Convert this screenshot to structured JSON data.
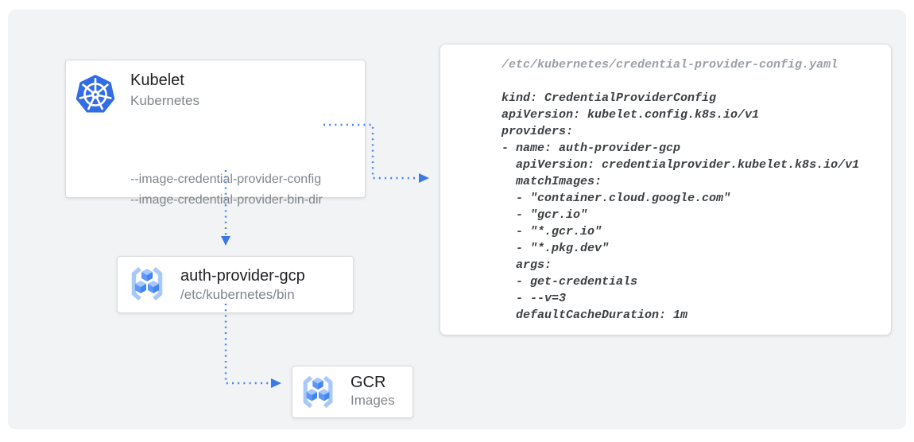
{
  "nodes": {
    "kubelet": {
      "title": "Kubelet",
      "subtitle": "Kubernetes",
      "icon": "kubernetes-icon",
      "flags": [
        "--image-credential-provider-config",
        "--image-credential-provider-bin-dir"
      ]
    },
    "auth_provider": {
      "title": "auth-provider-gcp",
      "subtitle": "/etc/kubernetes/bin",
      "icon": "gcr-icon"
    },
    "gcr": {
      "title": "GCR",
      "subtitle": "Images",
      "icon": "gcr-icon"
    }
  },
  "code_panel": {
    "path": "/etc/kubernetes/credential-provider-config.yaml",
    "code": [
      "kind: CredentialProviderConfig",
      "apiVersion: kubelet.config.k8s.io/v1",
      "providers:",
      "- name: auth-provider-gcp",
      "  apiVersion: credentialprovider.kubelet.k8s.io/v1",
      "  matchImages:",
      "  - \"container.cloud.google.com\"",
      "  - \"gcr.io\"",
      "  - \"*.gcr.io\"",
      "  - \"*.pkg.dev\"",
      "  args:",
      "  - get-credentials",
      "  - --v=3",
      "  defaultCacheDuration: 1m"
    ]
  },
  "colors": {
    "accent_blue": "#4285f4",
    "arrowhead_blue": "#3b78e7",
    "kubernetes_blue": "#326ce5",
    "gcr_icon_light_blue": "#a9c8fa",
    "canvas_background": "#f2f3f4",
    "box_border": "#dadce0",
    "title_text": "#202124",
    "subtitle_text": "#80868b",
    "code_text": "#3c4043",
    "code_path_text": "#9aa0a6"
  }
}
